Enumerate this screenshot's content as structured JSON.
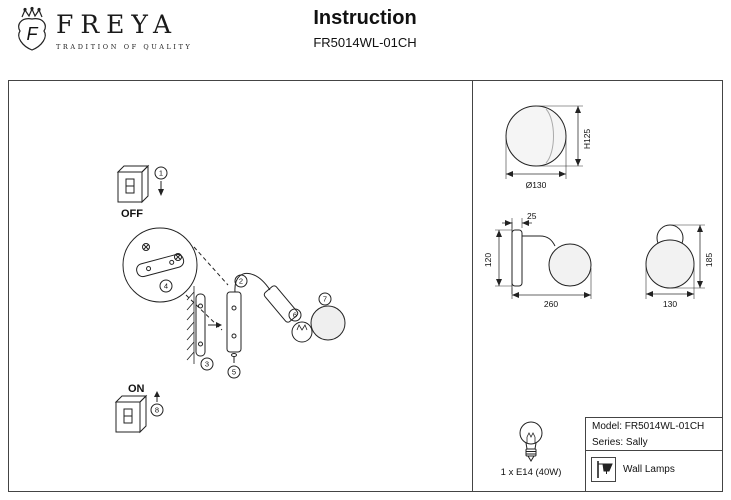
{
  "header": {
    "brand": "FREYA",
    "tagline": "TRADITION OF QUALITY",
    "title": "Instruction",
    "model": "FR5014WL-01CH",
    "logo_letter": "F"
  },
  "assembly": {
    "off_label": "OFF",
    "on_label": "ON",
    "callouts": [
      "1",
      "2",
      "3",
      "4",
      "5",
      "6",
      "7",
      "8"
    ]
  },
  "dimensions": {
    "globe_diameter": "Ø130",
    "globe_height": "H125",
    "bracket_depth": "25",
    "bracket_height": "120",
    "projection": "260",
    "total_height": "185",
    "shade_diameter": "130"
  },
  "specs": {
    "bulb": "1 x E14 (40W)",
    "model": "Model: FR5014WL-01CH",
    "series": "Series: Sally",
    "category": "Wall Lamps"
  },
  "colors": {
    "line": "#222222",
    "shade_fill": "#efefef"
  }
}
